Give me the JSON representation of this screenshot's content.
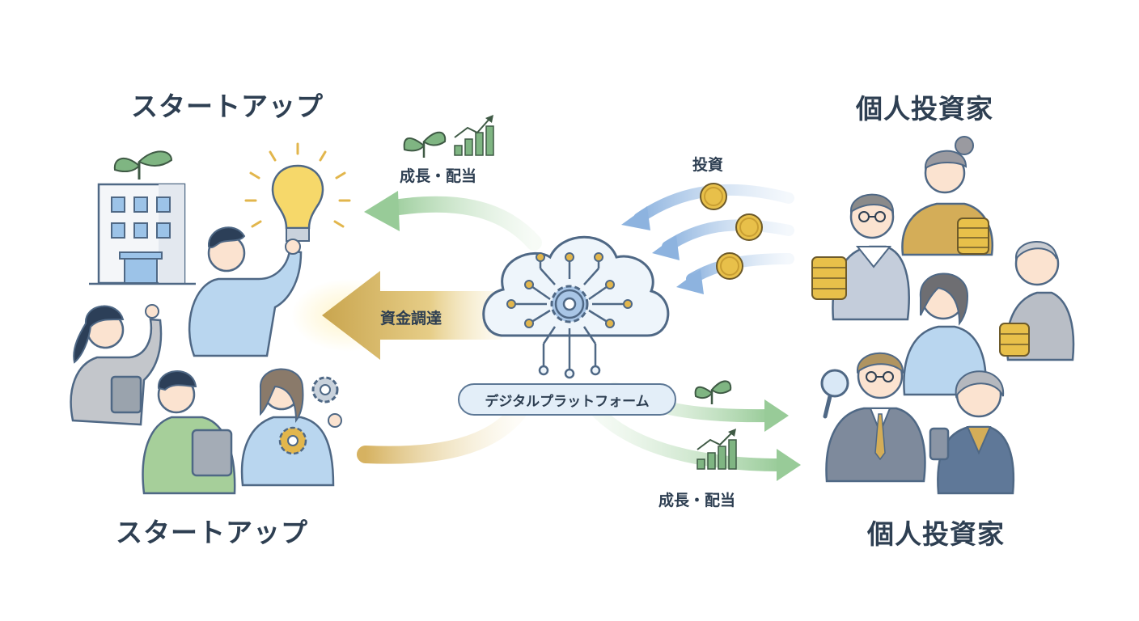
{
  "startup_title_top": "スタートアップ",
  "startup_title_bottom": "スタートアップ",
  "investor_title_top": "個人投資家",
  "investor_title_bottom": "個人投資家",
  "platform_label": "デジタルプラットフォーム",
  "funding_label": "資金調達",
  "investment_label": "投資",
  "growth_dividend_top": "成長・配当",
  "growth_dividend_bottom": "成長・配当",
  "icons": [
    "sprout-icon",
    "growth-chart-icon",
    "coin-icon",
    "gear-icon",
    "lightbulb-icon",
    "building-icon",
    "cloud-network-icon",
    "magnifier-icon",
    "tablet-icon",
    "smartphone-icon"
  ],
  "colors": {
    "funding_arrow": "#d4b15a",
    "growth_arrow": "#9ccc9c",
    "investment_arrow": "#8fb5e0",
    "text": "#2e3f52",
    "coin": "#e8c04a"
  }
}
